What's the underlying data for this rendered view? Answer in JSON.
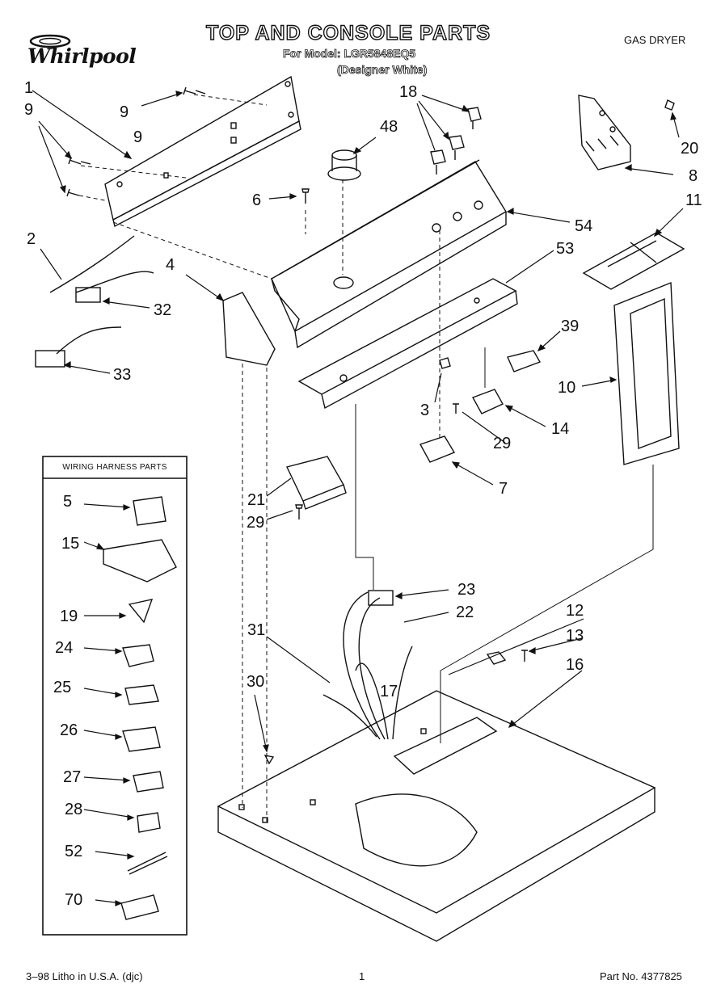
{
  "header": {
    "title": "TOP AND CONSOLE PARTS",
    "model_line": "For Model: LGR5848EQ5",
    "color_line": "(Designer White)",
    "product": "GAS DRYER",
    "brand": "Whirlpool"
  },
  "wiring_box": {
    "title": "WIRING HARNESS PARTS"
  },
  "callouts": [
    "1",
    "9",
    "9",
    "9",
    "2",
    "4",
    "32",
    "33",
    "6",
    "48",
    "18",
    "54",
    "53",
    "20",
    "8",
    "11",
    "39",
    "10",
    "3",
    "14",
    "29",
    "7",
    "21",
    "29",
    "23",
    "22",
    "31",
    "12",
    "13",
    "16",
    "17",
    "30",
    "5",
    "15",
    "19",
    "24",
    "25",
    "26",
    "27",
    "28",
    "52",
    "70"
  ],
  "footer": {
    "left": "3–98 Litho in U.S.A. (djc)",
    "page": "1",
    "part": "Part No. 4377825"
  }
}
